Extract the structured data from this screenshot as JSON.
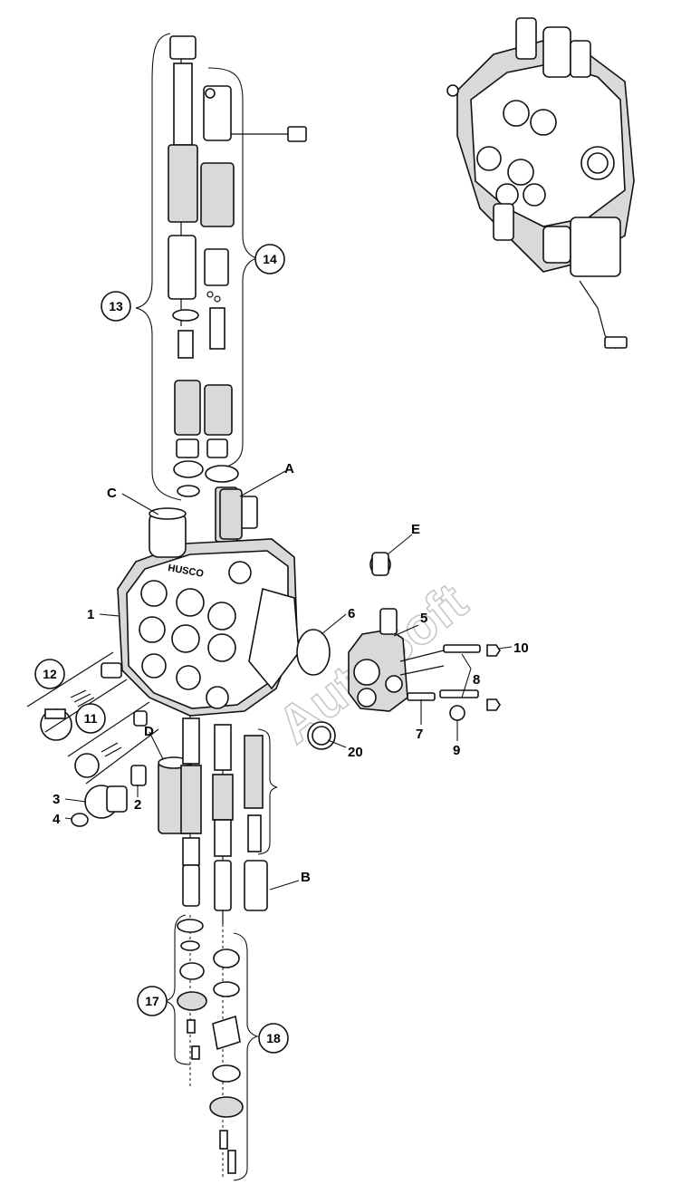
{
  "watermark": "AutoSoft",
  "labels": {
    "l1": "1",
    "l2": "2",
    "l3": "3",
    "l4": "4",
    "l5": "5",
    "l6": "6",
    "l7": "7",
    "l8": "8",
    "l9": "9",
    "l10": "10",
    "l11": "11",
    "l12": "12",
    "l13": "13",
    "l14": "14",
    "l17": "17",
    "l18": "18",
    "l20": "20",
    "lA": "A",
    "lB": "B",
    "lC": "C",
    "lD": "D",
    "lE": "E"
  },
  "valve_mark": "HUSCO"
}
